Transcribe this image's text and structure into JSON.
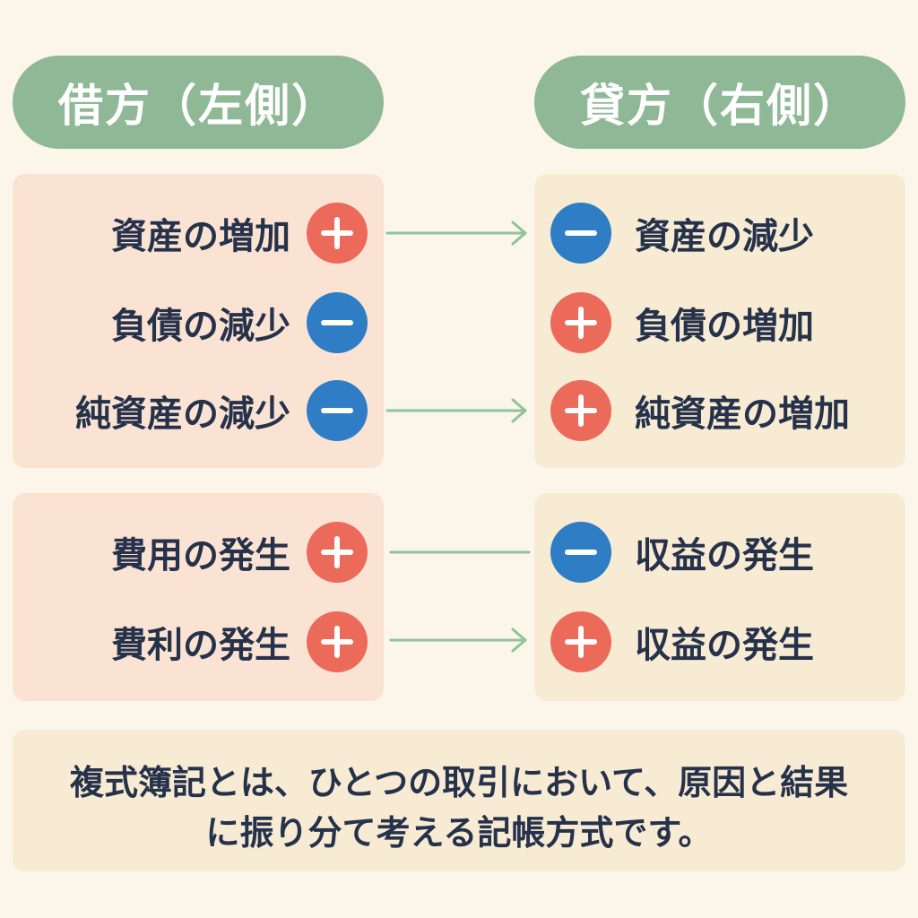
{
  "headers": {
    "debit": "借方（左側）",
    "credit": "貸方（右側）"
  },
  "debit": {
    "group1": [
      {
        "label": "資産の増加",
        "sign": "plus"
      },
      {
        "label": "負債の減少",
        "sign": "minus"
      },
      {
        "label": "純資産の減少",
        "sign": "minus"
      }
    ],
    "group2": [
      {
        "label": "費用の発生",
        "sign": "plus"
      },
      {
        "label": "費利の発生",
        "sign": "plus"
      }
    ]
  },
  "credit": {
    "group1": [
      {
        "label": "資産の減少",
        "sign": "minus"
      },
      {
        "label": "負債の増加",
        "sign": "plus"
      },
      {
        "label": "純資産の増加",
        "sign": "plus"
      }
    ],
    "group2": [
      {
        "label": "収益の発生",
        "sign": "minus"
      },
      {
        "label": "収益の発生",
        "sign": "plus"
      }
    ]
  },
  "footer": {
    "line1": "複式簿記とは、ひとつの取引において、原因と結果",
    "line2": "に振り分て考える記帳方式です。"
  },
  "colors": {
    "header": "#8fb996",
    "plus": "#ec6a5a",
    "minus": "#2f7dc4",
    "arrow": "#8fc39a"
  }
}
